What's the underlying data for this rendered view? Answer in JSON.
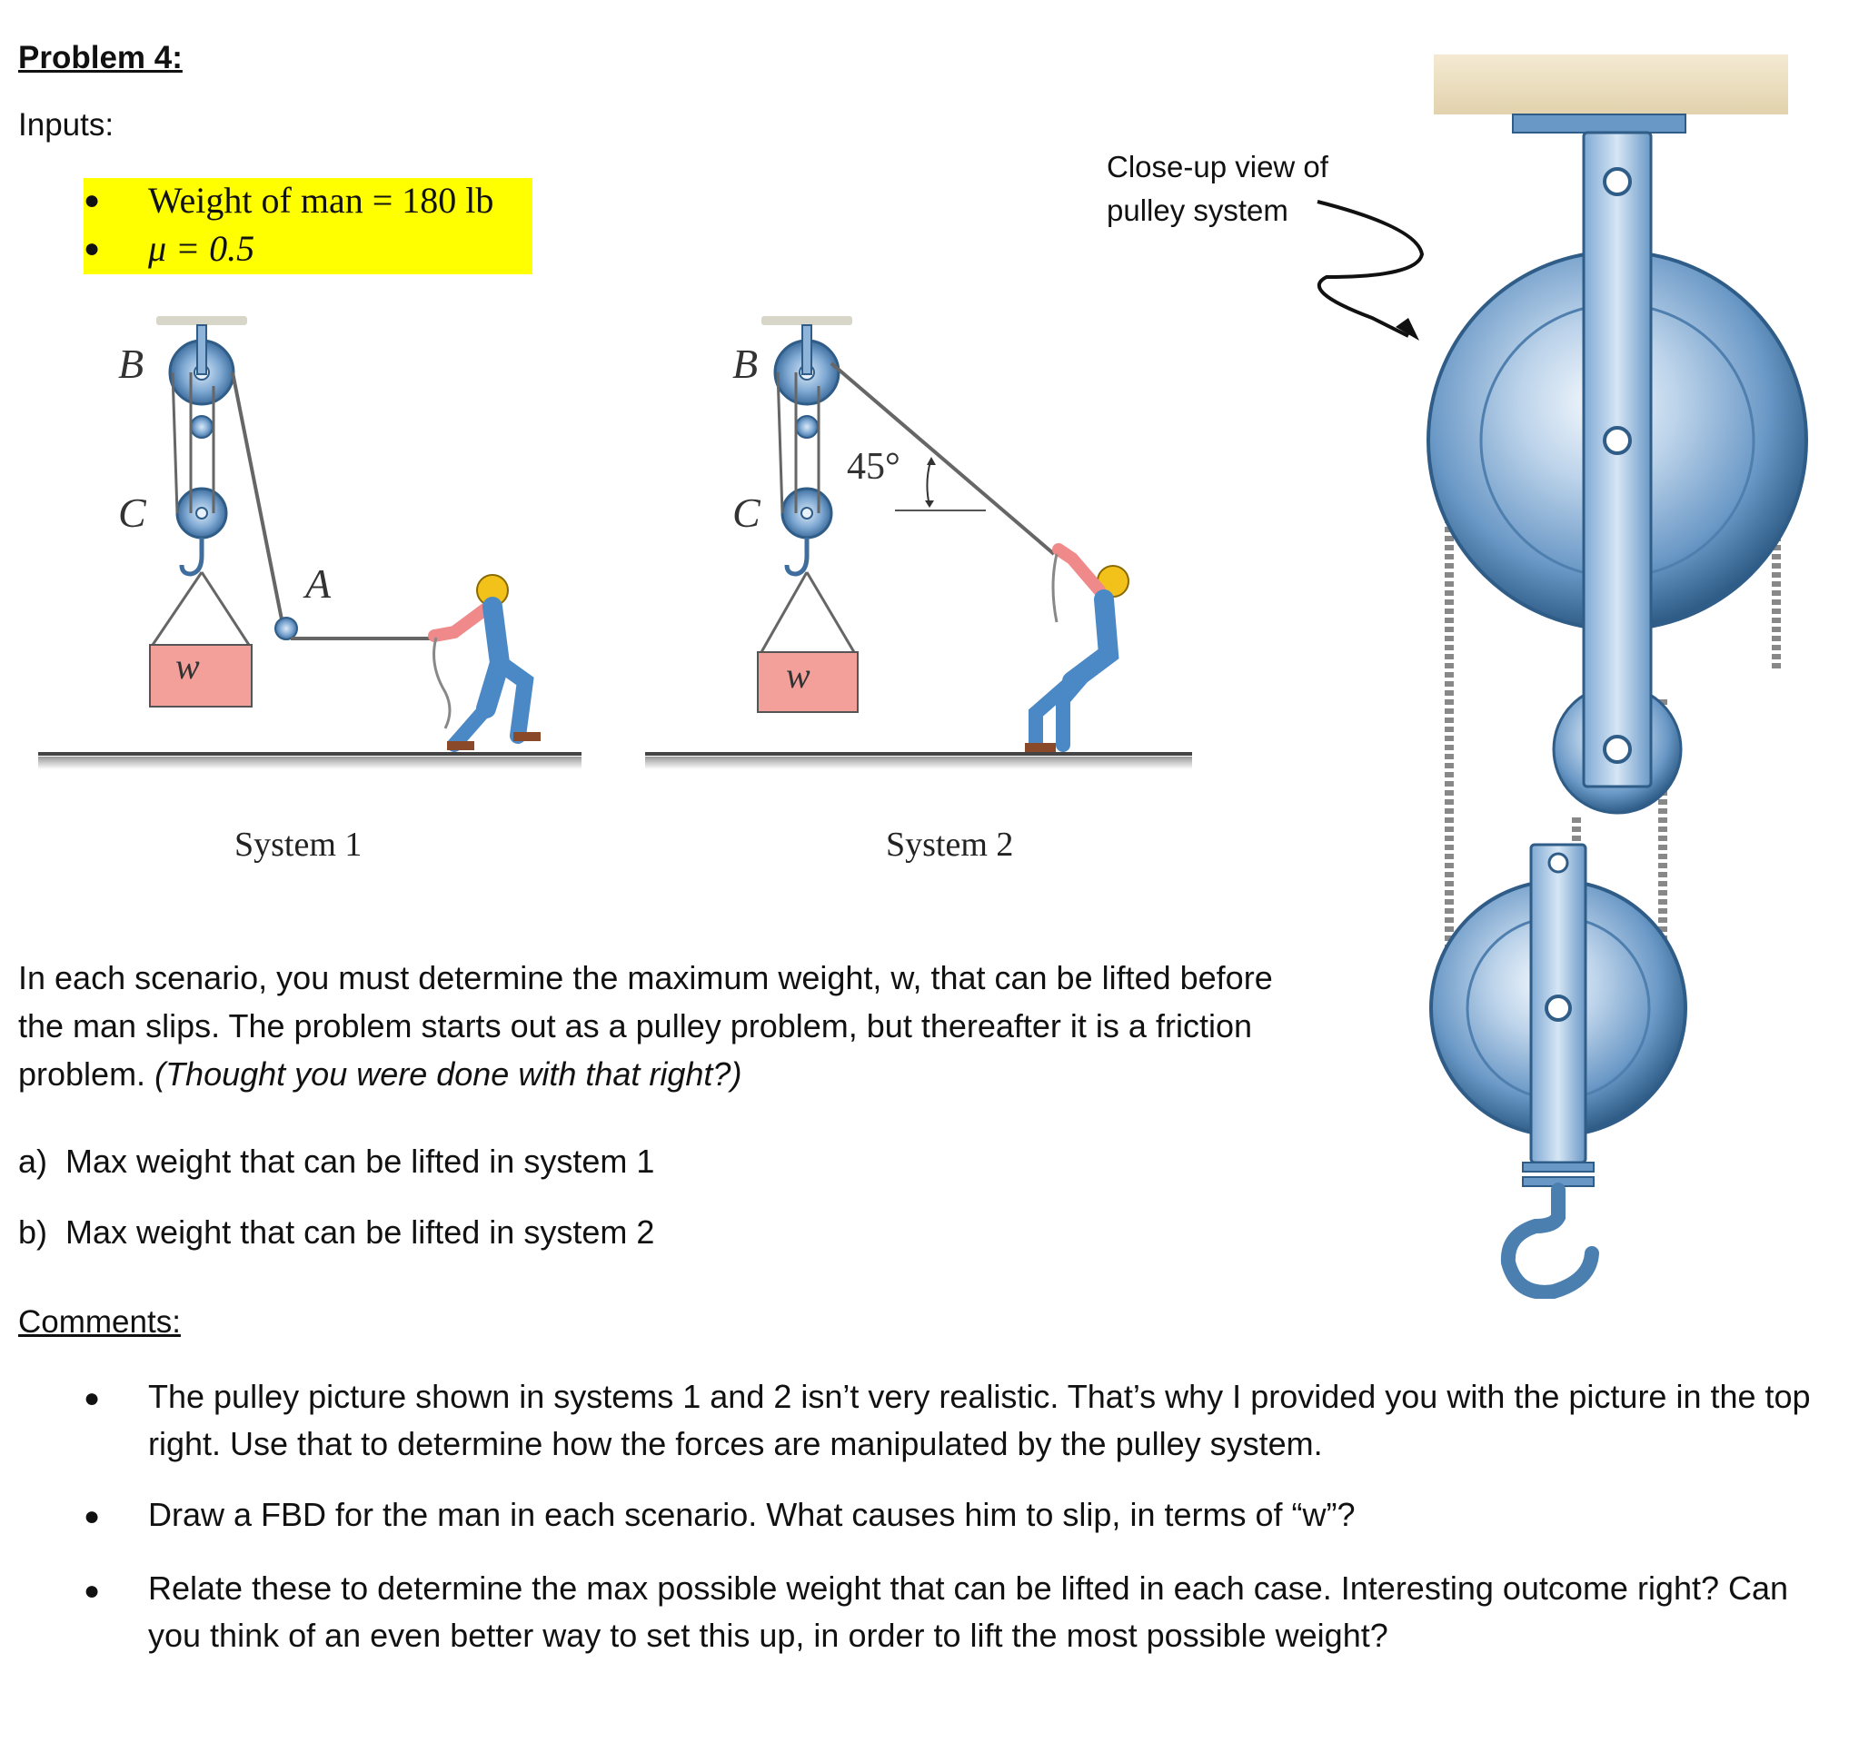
{
  "heading": "Problem 4:",
  "inputs_label": "Inputs:",
  "inputs": [
    "Weight of man = 180 lb",
    "μ = 0.5"
  ],
  "figure": {
    "system1": {
      "caption": "System 1",
      "label_b": "B",
      "label_c": "C",
      "label_a": "A",
      "weight_label": "w"
    },
    "system2": {
      "caption": "System 2",
      "label_b": "B",
      "label_c": "C",
      "angle_label": "45°",
      "weight_label": "w"
    },
    "closeup_callout": [
      "Close-up view of",
      "pulley system"
    ]
  },
  "paragraph": {
    "text": "In each scenario, you must determine the maximum weight, w, that can be lifted before the man slips.  The problem starts out as a pulley problem, but thereafter it is a friction problem. ",
    "italic": "(Thought you were done with that right?)"
  },
  "questions": [
    {
      "marker": "a)",
      "text": "Max weight that can be lifted in system 1"
    },
    {
      "marker": "b)",
      "text": "Max weight that can be lifted in system 2"
    }
  ],
  "comments_label": "Comments:",
  "comments": [
    "The pulley picture shown in systems 1 and 2 isn’t very realistic.  That’s why I provided you with the picture in the top right.  Use that to determine how the forces are manipulated by the pulley system.",
    "Draw a FBD for the man in each scenario.  What causes him to slip, in terms of “w”?",
    "Relate these to determine the max possible weight that can be lifted in each case.  Interesting outcome right?  Can you think of an even better way to set this up, in order to lift the most possible weight?"
  ],
  "colors": {
    "highlight": "#ffff00",
    "pulley_blue": "#6a98c6",
    "weight_fill": "#f4a09a",
    "shirt": "#f08a8a",
    "overalls": "#4a88c6",
    "helmet": "#f2c21b"
  }
}
